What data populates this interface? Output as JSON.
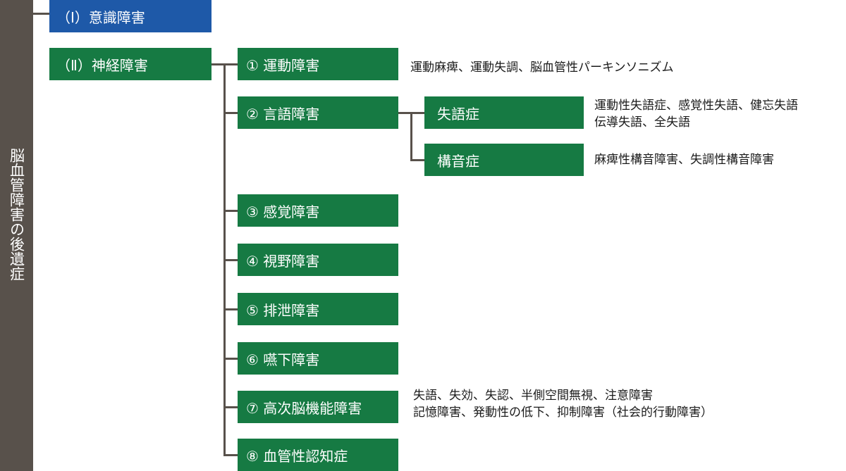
{
  "root": {
    "label": "脳血管障害の後遺症"
  },
  "categories": {
    "consciousness": {
      "label": "（Ⅰ）意識障害"
    },
    "neurological": {
      "label": "（Ⅱ）神経障害"
    }
  },
  "items": [
    {
      "label": "① 運動障害",
      "desc": [
        "運動麻痺、運動失調、脳血管性パーキンソニズム"
      ]
    },
    {
      "label": "② 言語障害",
      "desc": []
    },
    {
      "label": "③ 感覚障害",
      "desc": []
    },
    {
      "label": "④ 視野障害",
      "desc": []
    },
    {
      "label": "⑤ 排泄障害",
      "desc": []
    },
    {
      "label": "⑥ 嚥下障害",
      "desc": []
    },
    {
      "label": "⑦ 高次脳機能障害",
      "desc": [
        "失語、失効、失認、半側空間無視、注意障害",
        "記憶障害、発動性の低下、抑制障害（社会的行動障害）"
      ]
    },
    {
      "label": "⑧ 血管性認知症",
      "desc": []
    }
  ],
  "language_subitems": [
    {
      "label": "失語症",
      "desc": [
        "運動性失語症、感覚性失語、健忘失語",
        "伝導失語、全失語"
      ]
    },
    {
      "label": "構音症",
      "desc": [
        "麻痺性構音障害、失調性構音障害"
      ]
    }
  ],
  "colors": {
    "green": "#167a43",
    "blue": "#1e59a8",
    "root": "#58514b"
  }
}
